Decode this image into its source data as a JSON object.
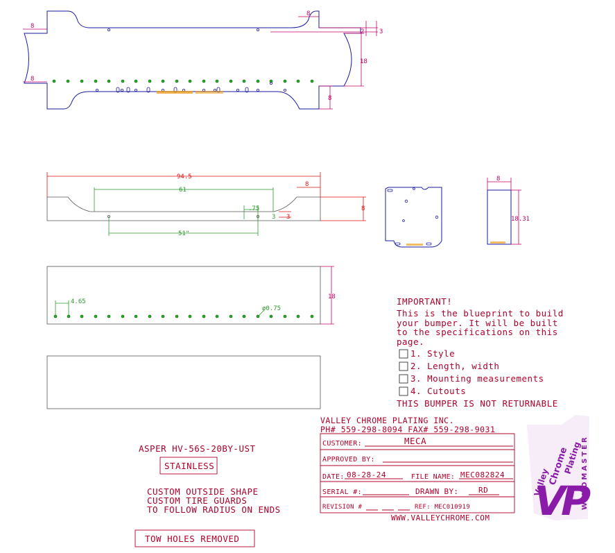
{
  "dims": {
    "top_left_upper": "8",
    "top_left_lower": "8",
    "top_right_upper": "8",
    "top_right_lower": "8",
    "top_gap_a": "2",
    "top_gap_b": "3",
    "top_height": "18",
    "side_length": "94.5",
    "side_inner": "61",
    "side_end": "8",
    "side_height": "8",
    "side_075": ".75",
    "side_3": "3",
    "side_51": "51\"",
    "end_width": "8",
    "end_height": "18.31",
    "front_hole_offset": "4.65",
    "front_hole_dia": "ø0.75",
    "front_height": "18"
  },
  "important": {
    "title": "IMPORTANT!",
    "lines": [
      "This is the blueprint to build",
      "your bumper. It will be built",
      "to the specifications on this",
      "page."
    ],
    "checklist": [
      "1. Style",
      "2. Length, width",
      "3. Mounting measurements",
      "4. Cutouts"
    ],
    "not_returnable": "THIS BUMPER IS NOT RETURNABLE"
  },
  "notes": {
    "part_number": "ASPER HV-56S-20BY-UST",
    "material": "STAINLESS",
    "custom_lines": [
      "CUSTOM OUTSIDE SHAPE",
      "CUSTOM TIRE GUARDS",
      "TO FOLLOW RADIUS ON ENDS"
    ],
    "tow_holes": "TOW HOLES REMOVED"
  },
  "title_block": {
    "company": "VALLEY CHROME PLATING INC.",
    "phone_fax": "PH# 559-298-8094  FAX# 559-298-9031",
    "customer_label": "CUSTOMER:",
    "customer_value": "MECA",
    "approved_label": "APPROVED BY:",
    "date_label": "DATE:",
    "date_value": "08-28-24",
    "file_label": "FILE NAME:",
    "file_value": "MEC082824",
    "serial_label": "SERIAL #:",
    "drawn_label": "DRAWN BY:",
    "drawn_value": "RD",
    "revision_label": "REVISION #",
    "ref_label": "REF: MEC010919",
    "website": "WWW.VALLEYCHROME.COM"
  },
  "logo": {
    "mark": "VP",
    "words": [
      "Valley",
      "Chrome",
      "Plating"
    ],
    "tagline": "WINDMASTER"
  },
  "colors": {
    "outline": "#1a1aa0",
    "dimension_magenta": "#c0006a",
    "dimension_red": "#d11111",
    "dimension_green": "#2a9a2a",
    "notes": "#b0002a",
    "logo": "#8a1ba8"
  }
}
